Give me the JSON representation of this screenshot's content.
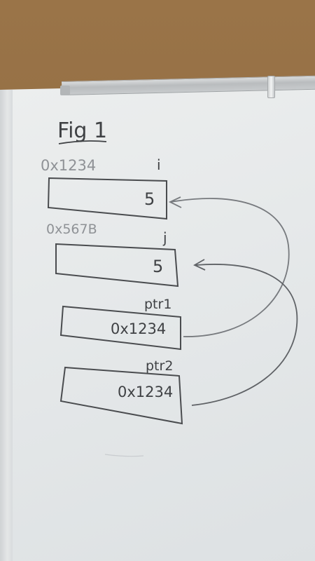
{
  "figure": {
    "title": "Fig 1",
    "boxes": [
      {
        "id": "i",
        "address": "0x1234",
        "label": "i",
        "value": "5"
      },
      {
        "id": "j",
        "address": "0x567B",
        "label": "j",
        "value": "5"
      },
      {
        "id": "ptr1",
        "address": "",
        "label": "ptr1",
        "value": "0x1234"
      },
      {
        "id": "ptr2",
        "address": "",
        "label": "ptr2",
        "value": "0x1234"
      }
    ],
    "arrows": [
      {
        "from": "ptr1",
        "to": "i"
      },
      {
        "from": "ptr2",
        "to": "j"
      }
    ]
  }
}
